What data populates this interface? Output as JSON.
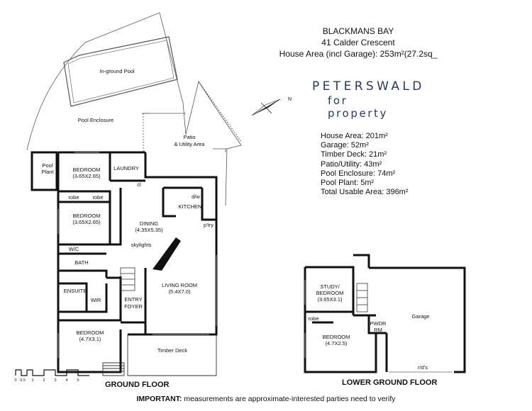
{
  "header": {
    "suburb": "BLACKMANS BAY",
    "street": "41 Calder Crescent",
    "house_area": "House Area (incl Garage): 253m²(27.2sq_"
  },
  "brand": {
    "name": "PETERSWALD",
    "tagline": "for property",
    "color": "#2a3a5e"
  },
  "areas": [
    "House Area: 201m²",
    "Garage: 52m²",
    "Timber Deck: 21m²",
    "Patio/Utility: 43m²",
    "Pool Enclosure: 74m²",
    "Pool Plant: 5m²",
    "Total Usable Area: 396m²"
  ],
  "north_icon": "compass-arrow-icon",
  "north_label": "N",
  "ground_floor": {
    "title": "GROUND FLOOR",
    "rooms": {
      "pool": "In-ground Pool",
      "pool_enclosure": "Pool Enclosure",
      "pool_plant_1": "Pool",
      "pool_plant_2": "Plant",
      "patio_1": "Patio",
      "patio_2": "& Utility Area",
      "bed1": "BEDROOM",
      "bed1_dim": "(3.65X2.65)",
      "laundry": "LAUNDRY",
      "cl": "cl",
      "robe1": "robe",
      "robe2": "robe",
      "bed2": "BEDROOM",
      "bed2_dim": "(3.65X2.65)",
      "dining": "DINING",
      "dining_dim": "(4.35X5.35)",
      "kitchen": "KITCHEN",
      "dw": "d/w",
      "ptry": "p'try",
      "skylights": "skylights",
      "wc": "W/C",
      "bath": "BATH",
      "ensuite": "ENSUITE",
      "wir": "WIR",
      "entry_1": "ENTRY",
      "entry_2": "FOYER",
      "living": "LIVING ROOM",
      "living_dim": "(5.4X7.0)",
      "bed3": "BEDROOM",
      "bed3_dim": "(4.7X3.1)",
      "deck": "Timber Deck"
    }
  },
  "lower_floor": {
    "title": "LOWER GROUND FLOOR",
    "rooms": {
      "study_1": "STUDY/",
      "study_2": "BEDROOM",
      "study_dim": "(3.65X3.1)",
      "robe": "robe",
      "bed": "BEDROOM",
      "bed_dim": "(4.7X2.5)",
      "pwdr_1": "PWDR",
      "pwdr_2": "RM",
      "garage": "Garage",
      "rds": "r/d's"
    }
  },
  "scale": {
    "labels": [
      "0",
      "0.5",
      "1",
      "2",
      "3",
      "4",
      "5"
    ]
  },
  "notice": {
    "strong": "IMPORTANT:",
    "text": " measurements are approximate-interested parties need to verify"
  }
}
